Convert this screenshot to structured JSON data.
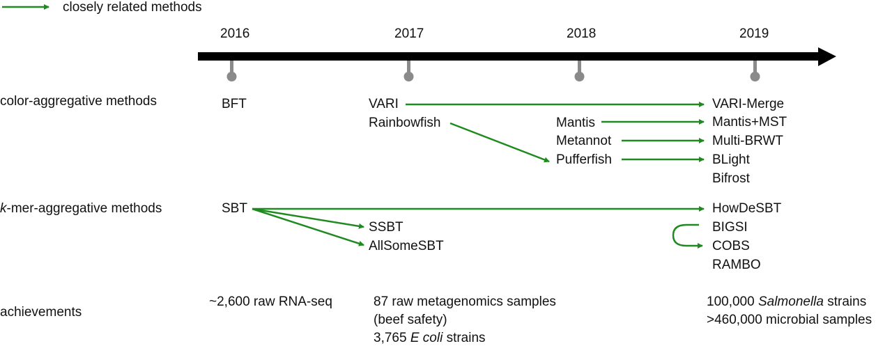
{
  "legend": {
    "label": "closely related methods"
  },
  "timeline": {
    "years": [
      "2016",
      "2017",
      "2018",
      "2019"
    ]
  },
  "rows": {
    "color": "color-aggregative methods",
    "kmer_prefix": "k",
    "kmer_rest": "-mer-aggregative methods",
    "achievements": "achievements"
  },
  "methods": {
    "bft": "BFT",
    "vari": "VARI",
    "rainbowfish": "Rainbowfish",
    "mantis": "Mantis",
    "metannot": "Metannot",
    "pufferfish": "Pufferfish",
    "vari_merge": "VARI-Merge",
    "mantis_mst": "Mantis+MST",
    "multi_brwt": "Multi-BRWT",
    "blight": "BLight",
    "bifrost": "Bifrost",
    "sbt": "SBT",
    "ssbt": "SSBT",
    "allsomesbt": "AllSomeSBT",
    "howdesbt": "HowDeSBT",
    "bigsi": "BIGSI",
    "cobs": "COBS",
    "rambo": "RAMBO"
  },
  "achievements": {
    "a2016": "~2,600 raw  RNA-seq",
    "a2017_line1": "87 raw metagenomics samples",
    "a2017_line2": "(beef safety)",
    "a2017_line3_pre": "3,765 ",
    "a2017_line3_em": "E coli",
    "a2017_line3_post": " strains",
    "a2019_line1_pre": "100,000 ",
    "a2019_line1_em": "Salmonella",
    "a2019_line1_post": " strains",
    "a2019_line2": ">460,000 microbial samples"
  },
  "colors": {
    "arrow": "#1f8a1f",
    "timeline": "#000000",
    "pin": "#8a8a8a"
  }
}
